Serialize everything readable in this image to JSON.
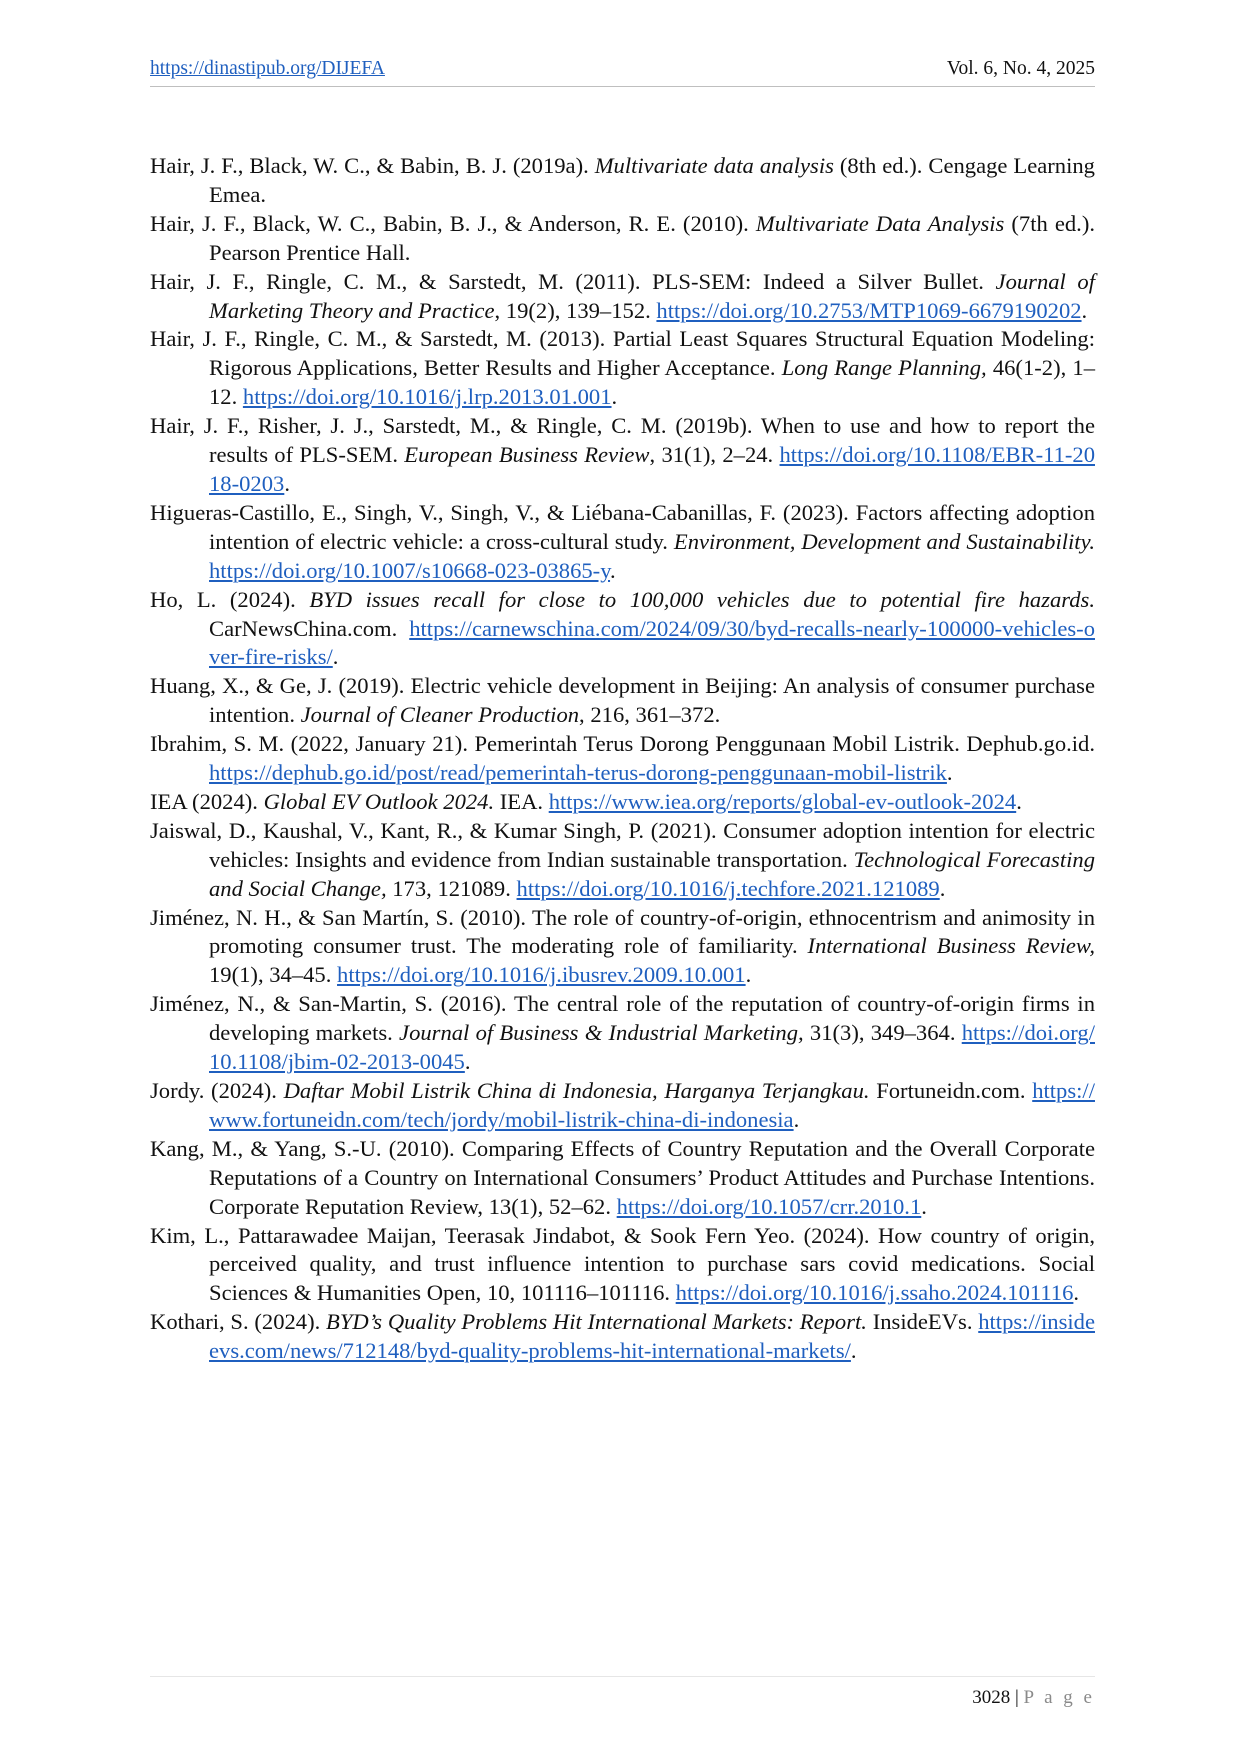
{
  "header": {
    "url": "https://dinastipub.org/DIJEFA",
    "volume": "Vol. 6, No. 4, 2025"
  },
  "references": [
    {
      "segments": [
        {
          "t": "Hair, J. F., Black, W. C., & Babin, B. J. (2019a). "
        },
        {
          "t": "Multivariate data analysis",
          "i": true
        },
        {
          "t": " (8th ed.). Cengage Learning Emea."
        }
      ]
    },
    {
      "segments": [
        {
          "t": "Hair, J. F., Black, W. C., Babin, B. J., & Anderson, R. E. (2010). "
        },
        {
          "t": "Multivariate Data Analysis",
          "i": true
        },
        {
          "t": " (7th ed.). Pearson Prentice Hall."
        }
      ]
    },
    {
      "segments": [
        {
          "t": "Hair, J. F., Ringle, C. M., & Sarstedt, M. (2011). PLS-SEM: Indeed a Silver Bullet. "
        },
        {
          "t": "Journal of Marketing Theory and Practice",
          "i": true
        },
        {
          "t": ", 19(2), 139–152. "
        },
        {
          "t": "https://doi.org/10.2753/MTP1069-6679190202",
          "l": true
        },
        {
          "t": "."
        }
      ]
    },
    {
      "segments": [
        {
          "t": "Hair, J. F., Ringle, C. M., & Sarstedt, M. (2013). Partial Least Squares Structural Equation Modeling: Rigorous Applications, Better Results and Higher Acceptance. "
        },
        {
          "t": "Long Range Planning,",
          "i": true
        },
        {
          "t": " 46(1-2), 1–12. "
        },
        {
          "t": "https://doi.org/10.1016/j.lrp.2013.01.001",
          "l": true
        },
        {
          "t": "."
        }
      ]
    },
    {
      "segments": [
        {
          "t": "Hair, J. F., Risher, J. J., Sarstedt, M., & Ringle, C. M. (2019b). When to use and how to report the results of PLS-SEM. "
        },
        {
          "t": "European Business Review",
          "i": true
        },
        {
          "t": ", 31(1), 2–24. "
        },
        {
          "t": "https://doi.org/10.1108/EBR-11-2018-0203",
          "l": true
        },
        {
          "t": "."
        }
      ]
    },
    {
      "segments": [
        {
          "t": "Higueras-Castillo, E., Singh, V., Singh, V., & Liébana-Cabanillas, F. (2023). Factors affecting adoption intention of electric vehicle: a cross-cultural study. "
        },
        {
          "t": "Environment, Development and Sustainability.",
          "i": true
        },
        {
          "t": " "
        },
        {
          "t": "https://doi.org/10.1007/s10668-023-03865-y",
          "l": true
        },
        {
          "t": "."
        }
      ]
    },
    {
      "segments": [
        {
          "t": "Ho, L. (2024). "
        },
        {
          "t": "BYD issues recall for close to 100,000 vehicles due to potential fire hazards.",
          "i": true
        },
        {
          "t": " CarNewsChina.com. "
        },
        {
          "t": "https://carnewschina.com/2024/09/30/byd-recalls-nearly-100000-vehicles-over-fire-risks/",
          "l": true
        },
        {
          "t": "."
        }
      ]
    },
    {
      "segments": [
        {
          "t": "Huang, X., & Ge, J. (2019). Electric vehicle development in Beijing: An analysis of consumer purchase intention. "
        },
        {
          "t": "Journal of Cleaner Production",
          "i": true
        },
        {
          "t": ", 216, 361–372."
        }
      ]
    },
    {
      "segments": [
        {
          "t": "Ibrahim, S. M. (2022, January 21). Pemerintah Terus Dorong Penggunaan Mobil Listrik. Dephub.go.id. "
        },
        {
          "t": "https://dephub.go.id/post/read/pemerintah-terus-dorong-penggunaan-mobil-listrik",
          "l": true
        },
        {
          "t": "."
        }
      ]
    },
    {
      "segments": [
        {
          "t": "IEA (2024). "
        },
        {
          "t": "Global EV Outlook 2024.",
          "i": true
        },
        {
          "t": " IEA. "
        },
        {
          "t": "https://www.iea.org/reports/global-ev-outlook-2024",
          "l": true
        },
        {
          "t": "."
        }
      ]
    },
    {
      "segments": [
        {
          "t": "Jaiswal, D., Kaushal, V., Kant, R., & Kumar Singh, P. (2021). Consumer adoption intention for electric vehicles: Insights and evidence from Indian sustainable transportation. "
        },
        {
          "t": "Technological Forecasting and Social Change,",
          "i": true
        },
        {
          "t": " 173, 121089. "
        },
        {
          "t": "https://doi.org/10.1016/j.techfore.2021.121089",
          "l": true
        },
        {
          "t": "."
        }
      ]
    },
    {
      "segments": [
        {
          "t": "Jiménez, N. H., & San Martín, S. (2010). The role of country-of-origin, ethnocentrism and animosity in promoting consumer trust. The moderating role of familiarity. "
        },
        {
          "t": "International Business Review,",
          "i": true
        },
        {
          "t": " 19(1), 34–45. "
        },
        {
          "t": "https://doi.org/10.1016/j.ibusrev.2009.10.001",
          "l": true
        },
        {
          "t": "."
        }
      ]
    },
    {
      "segments": [
        {
          "t": "Jiménez, N., & San-Martin, S. (2016). The central role of the reputation of country-of-origin firms in developing markets. "
        },
        {
          "t": "Journal of Business & Industrial Marketing,",
          "i": true
        },
        {
          "t": " 31(3), 349–364. "
        },
        {
          "t": "https://doi.org/10.1108/jbim-02-2013-0045",
          "l": true
        },
        {
          "t": "."
        }
      ]
    },
    {
      "segments": [
        {
          "t": "Jordy. (2024). "
        },
        {
          "t": "Daftar Mobil Listrik China di Indonesia, Harganya Terjangkau.",
          "i": true
        },
        {
          "t": " Fortuneidn.com. "
        },
        {
          "t": "https://www.fortuneidn.com/tech/jordy/mobil-listrik-china-di-indonesia",
          "l": true
        },
        {
          "t": "."
        }
      ]
    },
    {
      "segments": [
        {
          "t": "Kang, M., & Yang, S.-U. (2010). Comparing Effects of Country Reputation and the Overall Corporate Reputations of a Country on International Consumers’ Product Attitudes and Purchase Intentions. Corporate Reputation Review, 13(1), 52–62. "
        },
        {
          "t": "https://doi.org/10.1057/crr.2010.1",
          "l": true
        },
        {
          "t": "."
        }
      ]
    },
    {
      "segments": [
        {
          "t": "Kim, L., Pattarawadee Maijan, Teerasak Jindabot, & Sook Fern Yeo. (2024). How country of origin, perceived quality, and trust influence intention to purchase sars covid medications. Social Sciences & Humanities Open, 10, 101116–101116. "
        },
        {
          "t": "https://doi.org/10.1016/j.ssaho.2024.101116",
          "l": true
        },
        {
          "t": "."
        }
      ]
    },
    {
      "segments": [
        {
          "t": "Kothari, S. (2024). "
        },
        {
          "t": "BYD’s Quality Problems Hit International Markets: Report.",
          "i": true
        },
        {
          "t": " InsideEVs. "
        },
        {
          "t": "https://insideevs.com/news/712148/byd-quality-problems-hit-international-markets/",
          "l": true
        },
        {
          "t": "."
        }
      ]
    }
  ],
  "footer": {
    "page_number": "3028",
    "separator": "|",
    "page_word": "P a g e"
  }
}
